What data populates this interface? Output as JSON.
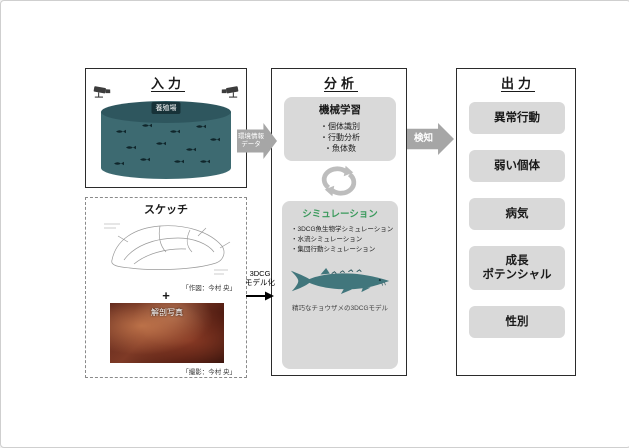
{
  "input": {
    "title": "入力",
    "tank_label": "養殖場",
    "sketch_title": "スケッチ",
    "drawing_credit": "「作図：今村 央」",
    "plus": "+",
    "photo_label": "解剖写真",
    "photo_credit": "「撮影：今村 央」"
  },
  "analysis": {
    "title": "分析",
    "machine_learning": {
      "title": "機械学習",
      "items": [
        "・個体識別",
        "・行動分析",
        "・魚体数"
      ]
    },
    "simulation": {
      "title": "シミュレーション",
      "items": [
        "・3DCG魚生物学シミュレーション",
        "・水流シミュレーション",
        "・集団行動シミュレーション"
      ],
      "model_caption": "精巧なチョウザメの3DCGモデル"
    }
  },
  "output": {
    "title": "出力",
    "items": [
      "異常行動",
      "弱い個体",
      "病気",
      "成長\nポテンシャル",
      "性別"
    ]
  },
  "arrows": {
    "env_data": "環境情報\nデータ",
    "detect": "検知",
    "modeling": "3DCG\nモデル化"
  },
  "colors": {
    "panel_gray": "#d9d9d9",
    "arrow_gray": "#a6a6a6",
    "simulation_title_green": "#3a9a5c",
    "sturgeon_teal": "#41767c"
  },
  "icons": {
    "camera": "camera-icon",
    "cycle": "cycle-arrows-icon",
    "tank": "fish-tank-illustration",
    "sturgeon": "sturgeon-illustration"
  }
}
